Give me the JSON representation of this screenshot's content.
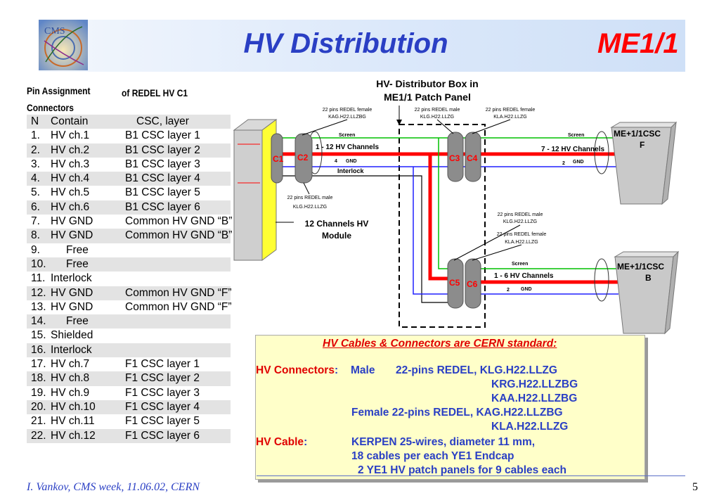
{
  "slide": {
    "title": "HV Distribution",
    "tag": "ME1/1",
    "footer": "I. Vankov, CMS week, 11.06.02, CERN",
    "page_number": "5",
    "logo_text": "CMS"
  },
  "pin_table": {
    "heading_line1": "Pin Assignment",
    "heading_line2": "Connectors",
    "heading_right": "of REDEL HV C1",
    "header": {
      "num": "N",
      "contains": "Contain",
      "csc": "CSC, layer"
    },
    "rows": [
      {
        "num": "1.",
        "contains": "HV ch.1",
        "csc": "B1 CSC layer 1"
      },
      {
        "num": "2.",
        "contains": "HV ch.2",
        "csc": "B1 CSC layer 2"
      },
      {
        "num": "3.",
        "contains": "HV ch.3",
        "csc": "B1 CSC layer 3"
      },
      {
        "num": "4.",
        "contains": "HV ch.4",
        "csc": "B1 CSC layer 4"
      },
      {
        "num": "5.",
        "contains": "HV ch.5",
        "csc": "B1 CSC layer 5"
      },
      {
        "num": "6.",
        "contains": "HV ch.6",
        "csc": "B1 CSC layer 6"
      },
      {
        "num": "7.",
        "contains": "HV GND",
        "csc": "Common HV GND “B”"
      },
      {
        "num": "8.",
        "contains": "HV GND",
        "csc": "Common HV GND “B”"
      },
      {
        "num": "9.",
        "contains": "Free",
        "csc": ""
      },
      {
        "num": "10.",
        "contains": "Free",
        "csc": ""
      },
      {
        "num": "11.",
        "contains": "Interlock",
        "csc": ""
      },
      {
        "num": "12.",
        "contains": "HV GND",
        "csc": "Common HV GND “F”"
      },
      {
        "num": "13.",
        "contains": "HV GND",
        "csc": "Common HV GND “F”"
      },
      {
        "num": "14.",
        "contains": "Free",
        "csc": ""
      },
      {
        "num": "15.",
        "contains": "Shielded",
        "csc": ""
      },
      {
        "num": "16.",
        "contains": "Interlock",
        "csc": ""
      },
      {
        "num": "17.",
        "contains": "HV ch.7",
        "csc": "F1 CSC layer 1"
      },
      {
        "num": "18.",
        "contains": "HV ch.8",
        "csc": "F1 CSC layer 2"
      },
      {
        "num": "19.",
        "contains": "HV ch.9",
        "csc": "F1 CSC layer 3"
      },
      {
        "num": "20.",
        "contains": "HV ch.10",
        "csc": "F1 CSC layer 4"
      },
      {
        "num": "21.",
        "contains": "HV ch.11",
        "csc": "F1 CSC layer 5"
      },
      {
        "num": "22.",
        "contains": "HV ch.12",
        "csc": "F1 CSC layer 6"
      }
    ]
  },
  "diagram": {
    "box_title_1": "HV- Distributor Box in",
    "box_title_2": "ME1/1 Patch Panel",
    "c1": "C1",
    "c2": "C2",
    "c3": "C3",
    "c4": "C4",
    "c5": "C5",
    "c6": "C6",
    "lbl_c1_top_1": "22 pins REDEL female",
    "lbl_c1_top_2": "KAG.H22.LLZBG",
    "lbl_c3_top_1": "22 pins REDEL male",
    "lbl_c3_top_2": "KLG.H22.LLZG",
    "lbl_c4_top_1": "22 pins REDEL female",
    "lbl_c4_top_2": "KLA.H22.LLZG",
    "lbl_c2_bot_1": "22 pins REDEL male",
    "lbl_c2_bot_2": "KLG.H22.LLZG",
    "lbl_c5_1": "22 pins REDEL male",
    "lbl_c5_2": "KLG.H22.LLZG",
    "lbl_c6_1": "22 pins REDEL female",
    "lbl_c6_2": "KLA.H22.LLZG",
    "screen": "Screen",
    "ch_1_12": "1 - 12 HV Channels",
    "ch_7_12": "7 - 12 HV Channels",
    "ch_1_6": "1 - 6 HV Channels",
    "gnd": "GND",
    "gnd_n_left": "4",
    "gnd_n_right": "2",
    "interlock": "Interlock",
    "module_1": "12 Channels HV",
    "module_2": "Module",
    "csc_f_1": "ME+1/1CSC",
    "csc_f_2": "F",
    "csc_b_1": "ME+1/1CSC",
    "csc_b_2": "B",
    "colors": {
      "hv": "#ff0000",
      "screen": "#00c000",
      "gnd": "#2020ff",
      "interlock": "#000000",
      "connector": "#8c8c8c",
      "module": "#ffff33"
    }
  },
  "info": {
    "title": "HV Cables & Connectors are CERN standard:",
    "connectors_label": "HV Connectors",
    "colon": ":",
    "male": "Male",
    "male_line": "22-pins REDEL, KLG.H22.LLZG",
    "male_2": "KRG.H22.LLZBG",
    "male_3": "KAA.H22.LLZBG",
    "female_line": "Female 22-pins REDEL, KAG.H22.LLZBG",
    "female_2": "KLA.H22.LLZG",
    "cable_label": "HV Cable",
    "cable_1": "KERPEN 25-wires, diameter 11 mm,",
    "cable_2": "18 cables per each YE1 Endcap",
    "cable_3": "2 YE1 HV patch panels for 9 cables each"
  }
}
